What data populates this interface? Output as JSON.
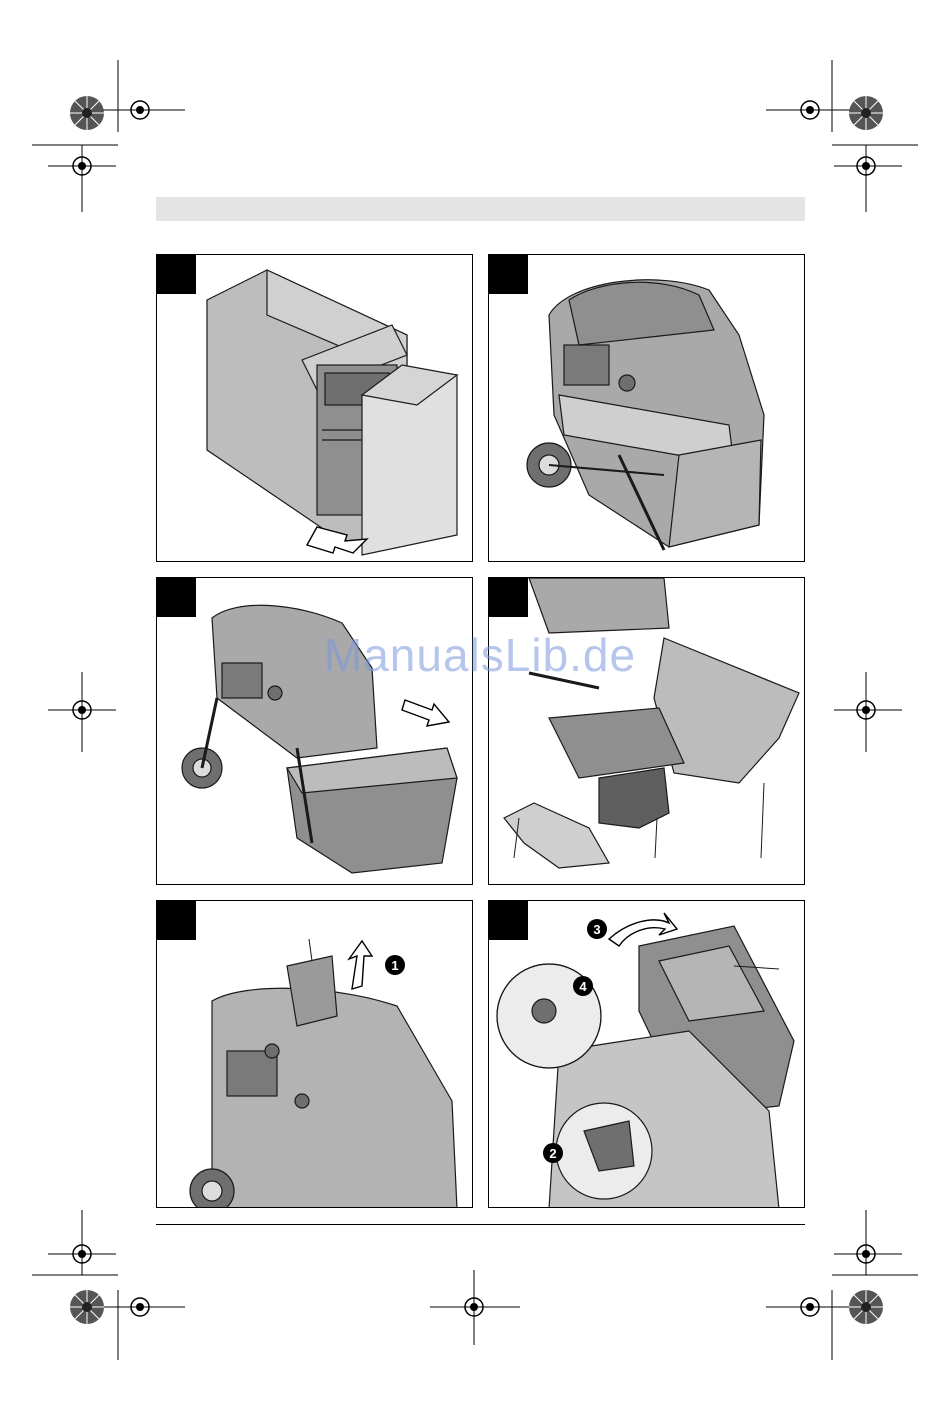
{
  "page": {
    "watermark": "ManualsLib.de"
  },
  "panels": [
    {
      "name": "figure-unpacking"
    },
    {
      "name": "figure-assembled-shredder"
    },
    {
      "name": "figure-remove-collection-box"
    },
    {
      "name": "figure-accessories",
      "labels": []
    },
    {
      "name": "figure-open-flap",
      "steps": [
        "1"
      ]
    },
    {
      "name": "figure-remove-funnel",
      "steps": [
        "2",
        "3",
        "4"
      ]
    }
  ],
  "colors": {
    "machine": "#a9a9a9",
    "machine_dark": "#6f6f6f",
    "outline": "#1a1a1a",
    "header": "#e4e4e4"
  }
}
